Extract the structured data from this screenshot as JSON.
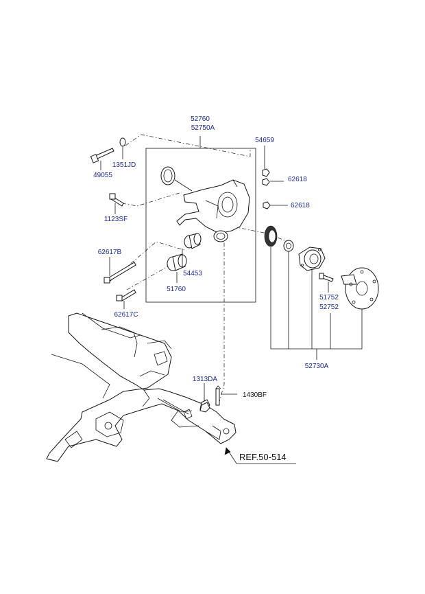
{
  "labels": {
    "p52760": "52760",
    "p52750A": "52750A",
    "p54659": "54659",
    "p1351JD": "1351JD",
    "p49055": "49055",
    "p62618a": "62618",
    "p62618b": "62618",
    "p1123SF": "1123SF",
    "p62617B": "62617B",
    "p54453": "54453",
    "p51760": "51760",
    "p62617C": "62617C",
    "p51752": "51752",
    "p52752": "52752",
    "p52730A": "52730A",
    "p1313DA": "1313DA",
    "p1430BF": "1430BF",
    "ref": "REF.50-514"
  },
  "colors": {
    "label": "#1a2a8c",
    "line": "#111111",
    "background": "#ffffff"
  }
}
